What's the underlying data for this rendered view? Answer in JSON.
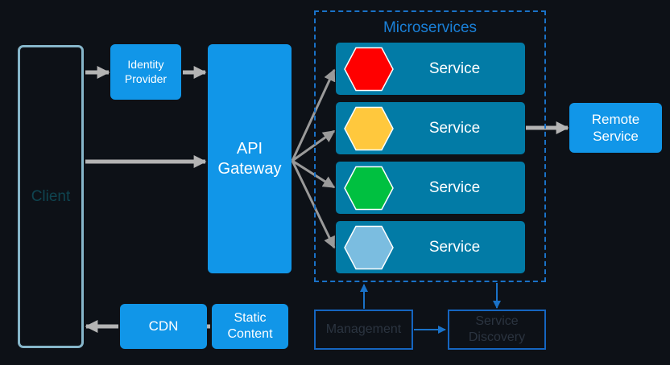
{
  "client": {
    "label": "Client"
  },
  "identity_provider": {
    "label": "Identity\nProvider"
  },
  "api_gateway": {
    "label": "API\nGateway"
  },
  "microservices": {
    "title": "Microservices",
    "services": [
      {
        "label": "Service",
        "color": "#ff0000"
      },
      {
        "label": "Service",
        "color": "#ffc83d"
      },
      {
        "label": "Service",
        "color": "#00c040"
      },
      {
        "label": "Service",
        "color": "#7bbde0"
      }
    ]
  },
  "remote_service": {
    "label": "Remote\nService"
  },
  "cdn": {
    "label": "CDN"
  },
  "static_content": {
    "label": "Static\nContent"
  },
  "management": {
    "label": "Management"
  },
  "service_discovery": {
    "label": "Service\nDiscovery"
  },
  "colors": {
    "background": "#0d1117",
    "primary_blue": "#1196e8",
    "service_box": "#027ba6",
    "arrow_gray": "#b4b4b4",
    "dashed_border": "#1a72c8",
    "outline_blue": "#1565c0",
    "client_border": "#86b6ca"
  }
}
